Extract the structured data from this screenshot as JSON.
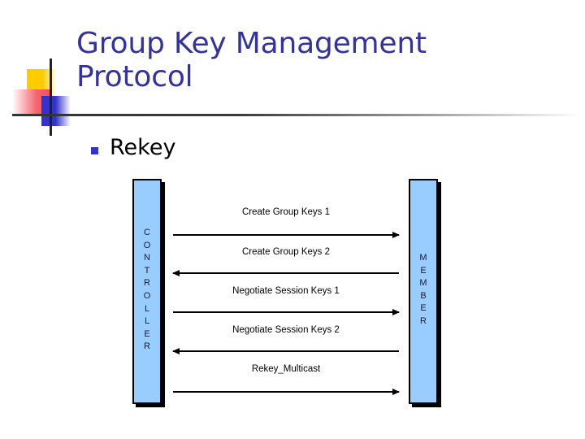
{
  "slide": {
    "title": "Group Key Management Protocol",
    "bullets": [
      {
        "marker": "square-bullet",
        "text": "Rekey"
      }
    ]
  },
  "logo": {
    "name": "decorative-logo-mark",
    "colors": {
      "yellow": "#ffcc00",
      "red": "#f4505a",
      "blue": "#3333cc",
      "rule": "#333333"
    }
  },
  "theme": {
    "title_color": "#333399",
    "bullet_color": "#3333cc",
    "lifeline_fill": "#99ccff",
    "lifeline_border": "#000000",
    "arrow_color": "#000000",
    "background": "#ffffff"
  },
  "diagram": {
    "type": "sequence",
    "lifelines": [
      {
        "id": "controller",
        "label": "CONTROLLER",
        "side": "left"
      },
      {
        "id": "member",
        "label": "MEMBER",
        "side": "right"
      }
    ],
    "messages": [
      {
        "label": "Create Group Keys 1",
        "direction": "right",
        "from": "controller",
        "to": "member"
      },
      {
        "label": "Create Group Keys 2",
        "direction": "left",
        "from": "member",
        "to": "controller"
      },
      {
        "label": "Negotiate Session Keys 1",
        "direction": "right",
        "from": "controller",
        "to": "member"
      },
      {
        "label": "Negotiate Session Keys 2",
        "direction": "left",
        "from": "member",
        "to": "controller"
      },
      {
        "label": "Rekey_Multicast",
        "direction": "right",
        "from": "controller",
        "to": "member"
      }
    ]
  }
}
